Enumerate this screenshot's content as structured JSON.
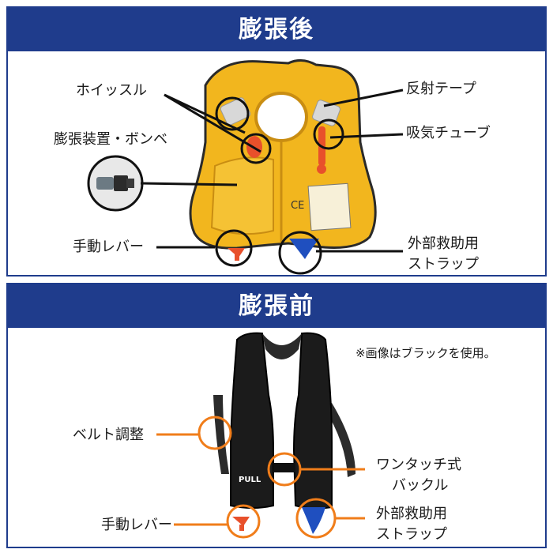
{
  "colors": {
    "banner": "#1f3c8c",
    "vest_yellow": "#f2b61e",
    "vest_black": "#1b1b1b",
    "callout_orange": "#f07d1a",
    "callout_black": "#111111",
    "strap_blue": "#1f4fbf",
    "lever_red": "#e8502b"
  },
  "inflated": {
    "title": "膨張後",
    "labels": {
      "whistle": "ホイッスル",
      "inflator": "膨張装置・ボンベ",
      "manual_lever": "手動レバー",
      "reflective_tape": "反射テープ",
      "oral_tube": "吸気チューブ",
      "rescue_strap_1": "外部救助用",
      "rescue_strap_2": "ストラップ"
    }
  },
  "deflated": {
    "title": "膨張前",
    "note": "※画像はブラックを使用。",
    "pull_text": "PULL",
    "labels": {
      "belt_adjust": "ベルト調整",
      "buckle_1": "ワンタッチ式",
      "buckle_2": "バックル",
      "manual_lever": "手動レバー",
      "rescue_strap_1": "外部救助用",
      "rescue_strap_2": "ストラップ"
    }
  }
}
